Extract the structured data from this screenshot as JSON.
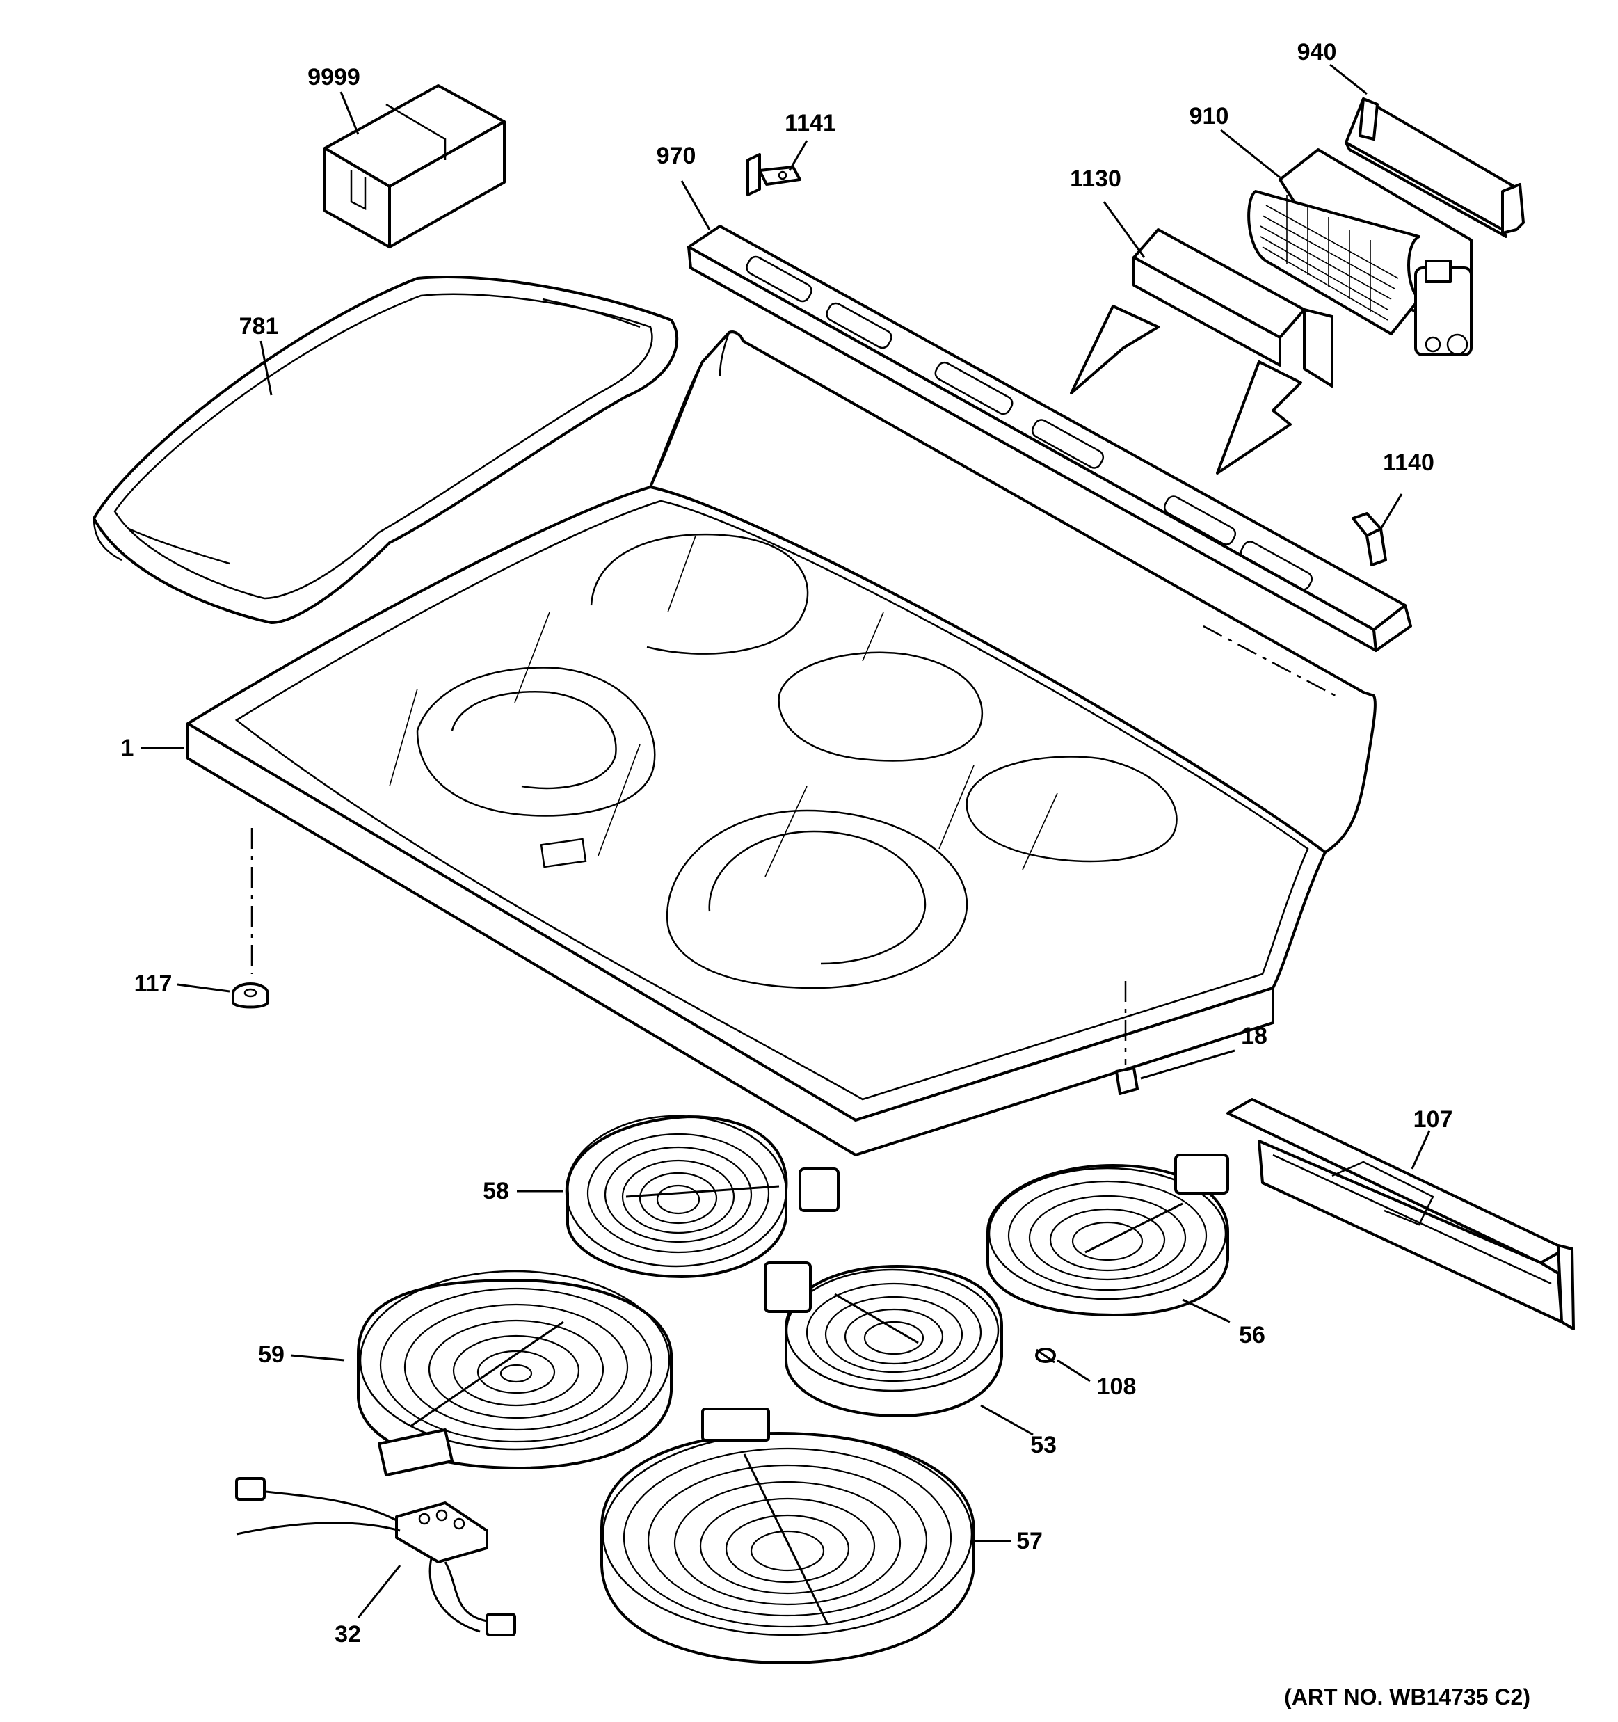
{
  "diagram": {
    "art_number": "(ART NO. WB14735 C2)",
    "callouts": [
      {
        "id": "c9999",
        "text": "9999"
      },
      {
        "id": "c1141",
        "text": "1141"
      },
      {
        "id": "c940",
        "text": "940"
      },
      {
        "id": "c910",
        "text": "910"
      },
      {
        "id": "c970",
        "text": "970"
      },
      {
        "id": "c1130",
        "text": "1130"
      },
      {
        "id": "c781",
        "text": "781"
      },
      {
        "id": "c1140",
        "text": "1140"
      },
      {
        "id": "c1",
        "text": "1"
      },
      {
        "id": "c117",
        "text": "117"
      },
      {
        "id": "c18",
        "text": "18"
      },
      {
        "id": "c107",
        "text": "107"
      },
      {
        "id": "c58",
        "text": "58"
      },
      {
        "id": "c59",
        "text": "59"
      },
      {
        "id": "c56",
        "text": "56"
      },
      {
        "id": "c108",
        "text": "108"
      },
      {
        "id": "c53",
        "text": "53"
      },
      {
        "id": "c57",
        "text": "57"
      },
      {
        "id": "c32",
        "text": "32"
      }
    ]
  }
}
